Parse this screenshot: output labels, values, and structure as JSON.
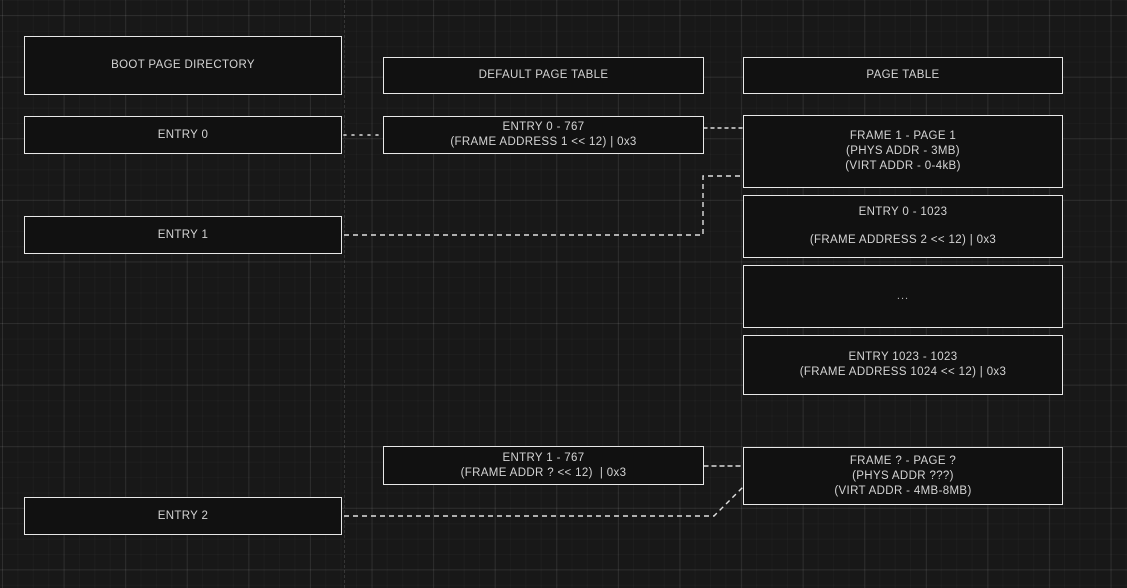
{
  "diagram": {
    "title_col1": "BOOT PAGE DIRECTORY",
    "title_col2": "DEFAULT PAGE TABLE",
    "title_col3": "PAGE TABLE",
    "nodes": {
      "boot_page_directory": {
        "line1": "BOOT PAGE DIRECTORY"
      },
      "entry_0": {
        "line1": "ENTRY 0"
      },
      "entry_1": {
        "line1": "ENTRY 1"
      },
      "entry_2": {
        "line1": "ENTRY 2"
      },
      "default_page_table": {
        "line1": "DEFAULT PAGE TABLE"
      },
      "dpt_entry_0_767": {
        "line1": "ENTRY 0 - 767",
        "line2": "(FRAME ADDRESS 1 << 12) | 0x3"
      },
      "dpt_entry_1_767": {
        "line1": "ENTRY 1 - 767",
        "line2": "(FRAME ADDR ? << 12)  | 0x3"
      },
      "page_table": {
        "line1": "PAGE TABLE"
      },
      "frame_1_page_1": {
        "line1": "FRAME 1 - PAGE 1",
        "line2": "(PHYS ADDR - 3MB)",
        "line3": "(VIRT ADDR - 0-4kB)"
      },
      "pt_entry_0_1023": {
        "line1": "ENTRY 0 - 1023",
        "line2": "(FRAME ADDRESS 2 << 12) | 0x3"
      },
      "pt_ellipsis": {
        "line1": "..."
      },
      "pt_entry_1023_1023": {
        "line1": "ENTRY 1023 - 1023",
        "line2": "(FRAME ADDRESS 1024 << 12) | 0x3"
      },
      "frame_q_page_q": {
        "line1": "FRAME ? - PAGE ?",
        "line2": "(PHYS ADDR ???)",
        "line3": "(VIRT ADDR - 4MB-8MB)"
      }
    },
    "colors": {
      "background": "#181818",
      "node_fill": "#111111",
      "node_border": "#e8e8e8",
      "text": "#d4d4d4",
      "edge": "#dcdcdc",
      "grid_major": "#2a2a2a",
      "grid_minor": "#1e1e1e"
    }
  }
}
